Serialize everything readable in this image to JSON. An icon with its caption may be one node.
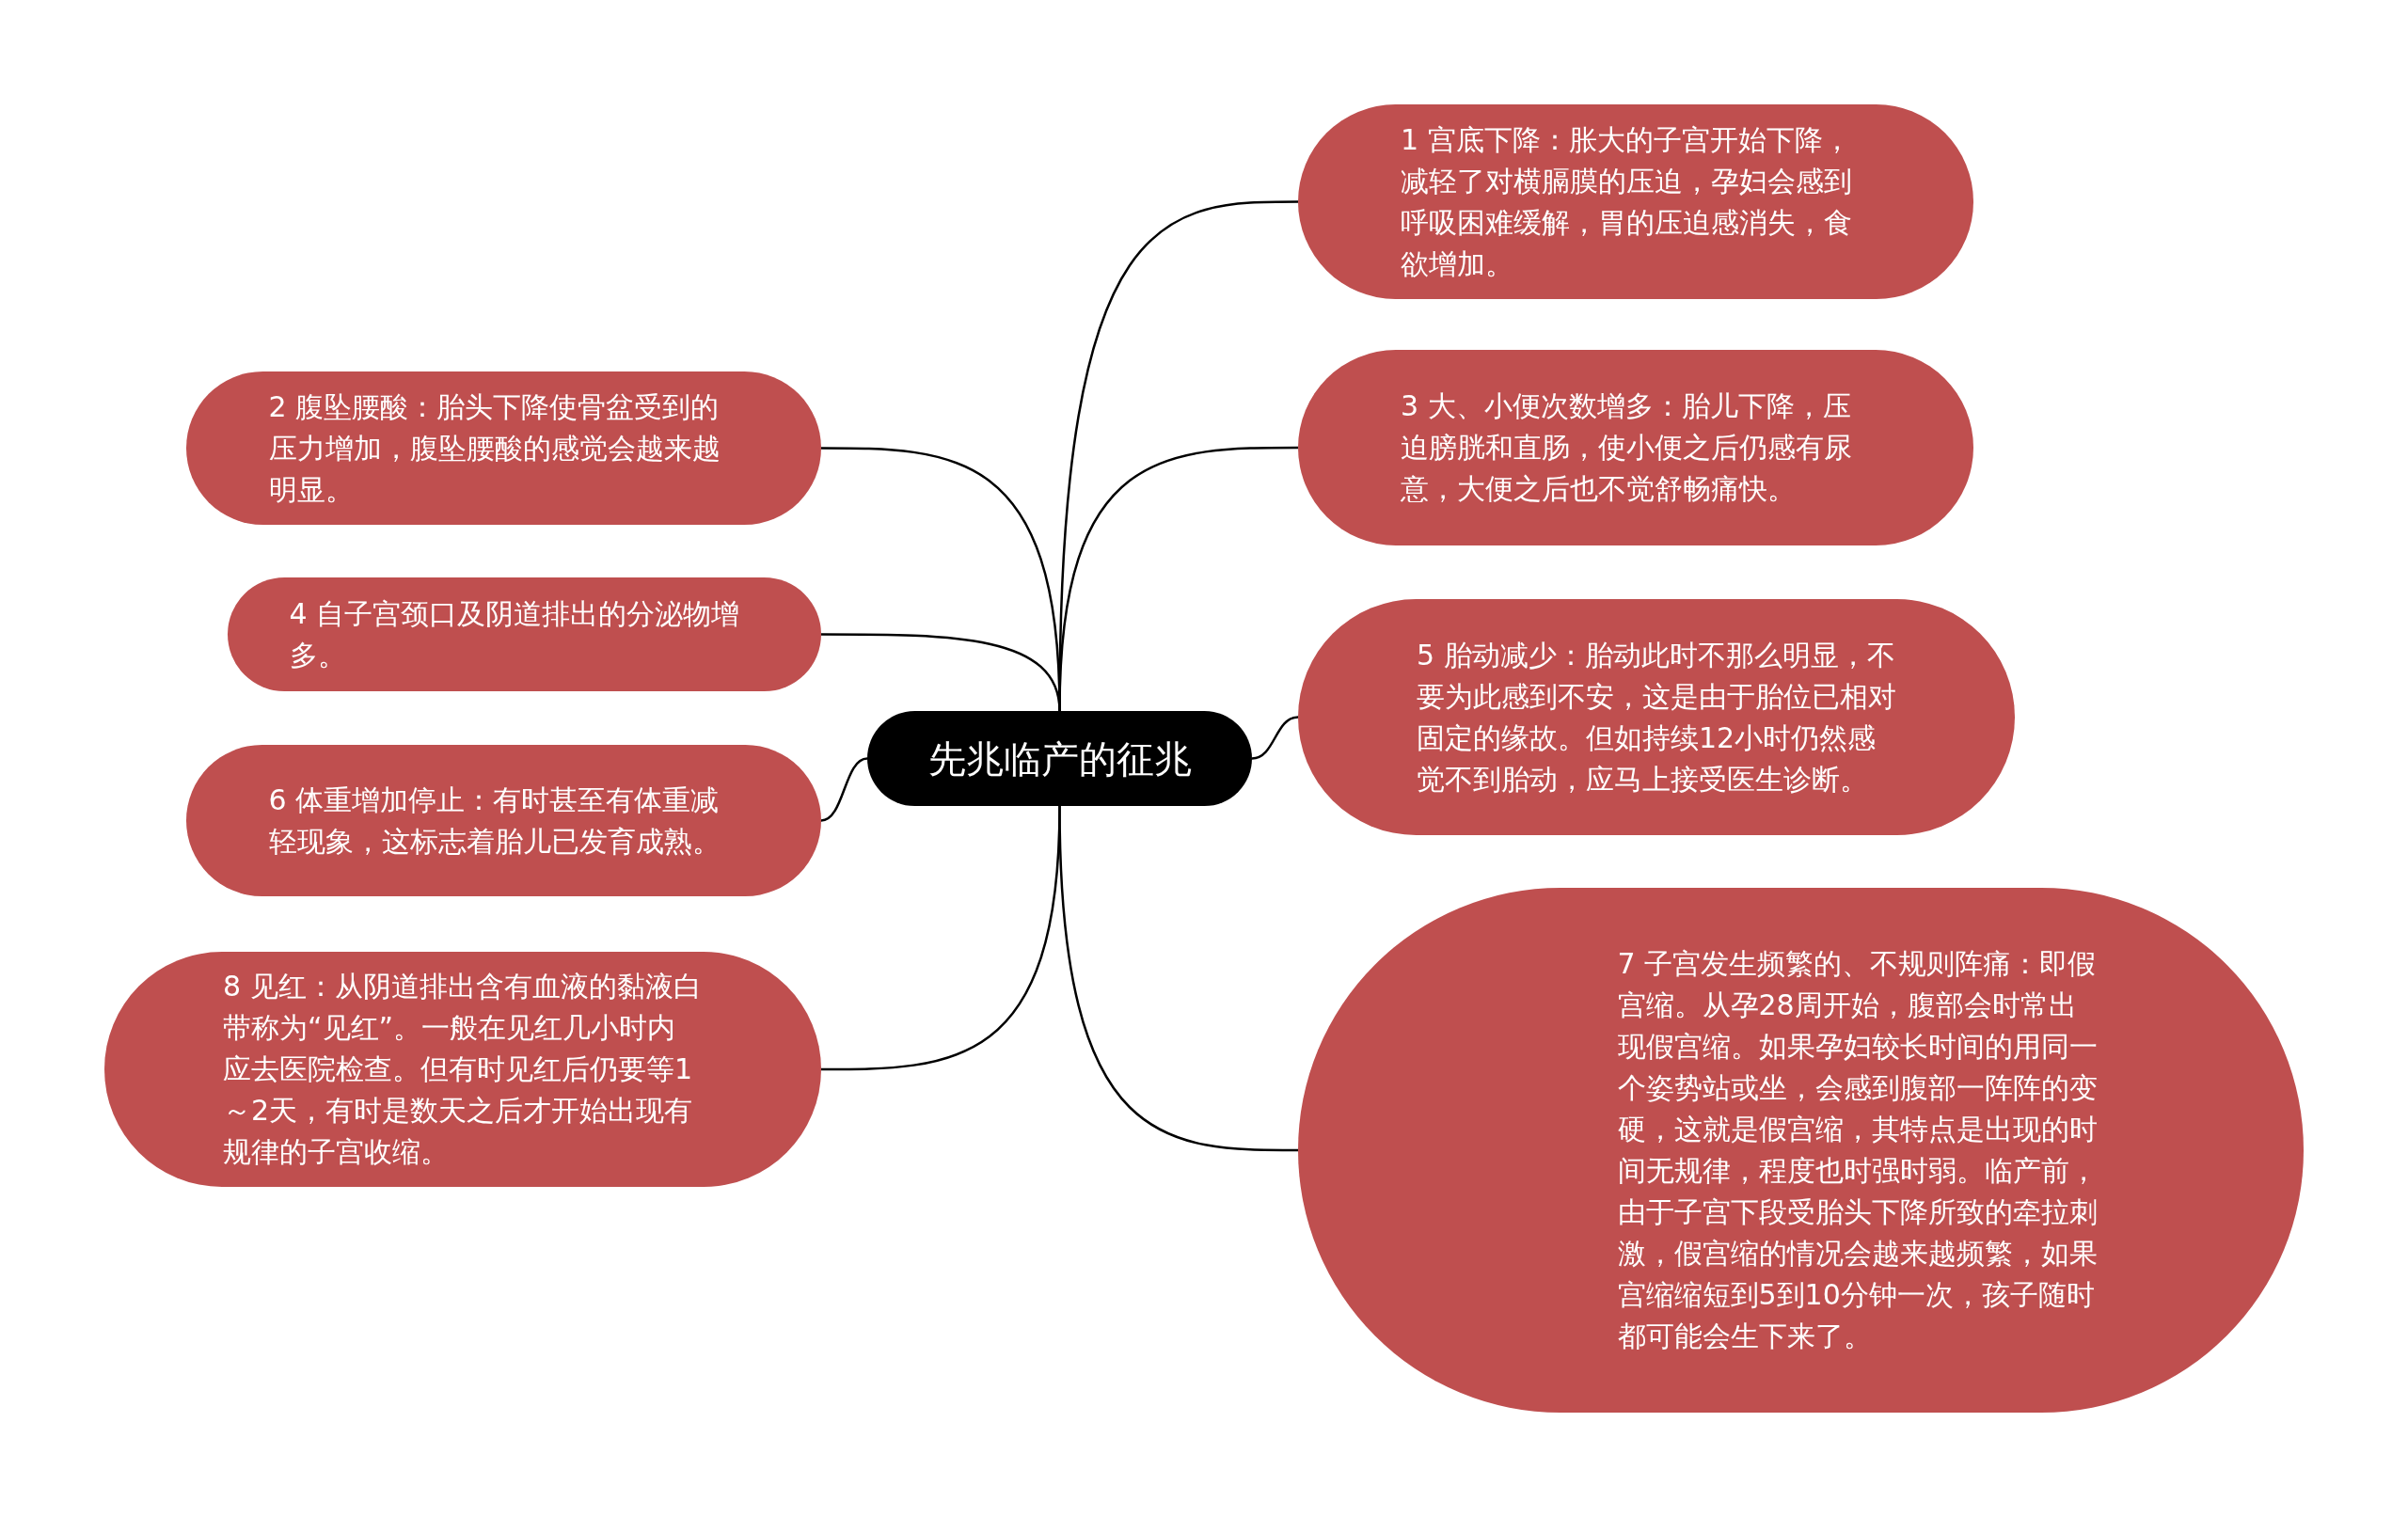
{
  "diagram": {
    "nodes": [
      {
        "text": [
          "先兆临产的征兆"
        ]
      },
      {
        "text": [
          "1 宫底下降：胀大的子宫开始下降，减轻了对横膈膜的压迫，孕妇会感到呼吸困难缓解，胃的压迫感消失，食欲增加。"
        ]
      },
      {
        "text": [
          "2 腹坠腰酸：胎头下降使骨盆受到的压力增加，腹坠腰酸的感觉会越来越明显。"
        ]
      },
      {
        "text": [
          "3 大、小便次数增多：胎儿下降，压迫膀胱和直肠，使小便之后仍感有尿意，大便之后也不觉舒畅痛快。"
        ]
      },
      {
        "text": [
          "4 自子宫颈口及阴道排出的分泌物增多。"
        ]
      },
      {
        "text": [
          "5 胎动减少：胎动此时不那么明显，不要为此感到不安，这是由于胎位已相对固定的缘故。但如持续12小时仍然感觉不到胎动，应马上接受医生诊断。"
        ]
      },
      {
        "text": [
          "6 体重增加停止：有时甚至有体重减轻现象，这标志着胎儿已发育成熟。"
        ]
      },
      {
        "text": [
          "7 子宫发生频繁的、不规则阵痛：即假宫缩。从孕28周开始，腹部会时常出现假宫缩。如果孕妇较长时间的用同一个姿势站或坐，会感到腹部一阵阵的变硬，这就是假宫缩，其特点是出现的时间无规律，程度也时强时弱。临产前，由于子宫下段受胎头下降所致的牵拉刺激，假宫缩的情况会越来越频繁，如果宫缩缩短到5到10分钟一次，孩子随时都可能会生下来了。"
        ]
      },
      {
        "text": [
          "8 见红：从阴道排出含有血液的黏液白带称为“见红”。一般在见红几小时内应去医院检查。但有时见红后仍要等1～2天，有时是数天之后才开始出现有规律的子宫收缩。"
        ]
      }
    ],
    "edges": [
      {
        "from": 0,
        "to": 1,
        "arrow": "none"
      },
      {
        "from": 0,
        "to": 2,
        "arrow": "none"
      },
      {
        "from": 0,
        "to": 3,
        "arrow": "none"
      },
      {
        "from": 0,
        "to": 4,
        "arrow": "none"
      },
      {
        "from": 0,
        "to": 5,
        "arrow": "none"
      },
      {
        "from": 0,
        "to": 6,
        "arrow": "none"
      },
      {
        "from": 0,
        "to": 7,
        "arrow": "none"
      },
      {
        "from": 0,
        "to": 8,
        "arrow": "none"
      }
    ]
  }
}
